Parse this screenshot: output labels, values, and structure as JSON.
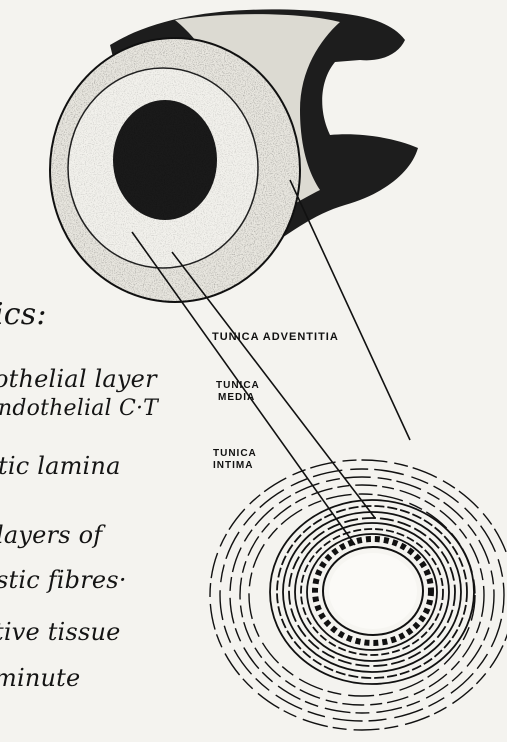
{
  "labels": {
    "adventitia": "TUNICA ADVENTITIA",
    "media_1": "TUNICA",
    "media_2": "MEDIA",
    "intima_1": "TUNICA",
    "intima_2": "INTIMA"
  },
  "notes": {
    "heading": "ics:",
    "line1": "othelial layer",
    "line2": "ndothelial C·T",
    "line3": "tic lamina",
    "line4": "layers of",
    "line5": "stic fibres·",
    "line6": "tive tissue",
    "line7": "minute"
  }
}
